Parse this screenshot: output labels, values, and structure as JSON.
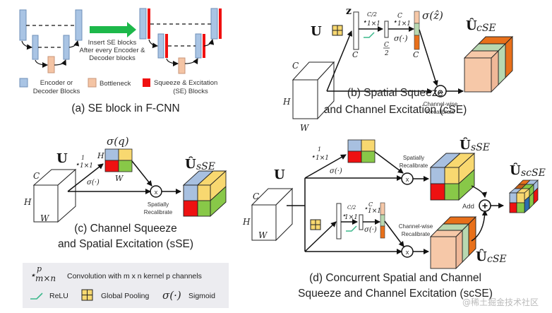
{
  "colors": {
    "encoder_block": "#a9c4e4",
    "bottleneck": "#f4c4a4",
    "se_block": "#f01010",
    "insert_arrow": "#1db84a",
    "blue": "#a8c0e0",
    "yellow": "#f8d870",
    "red": "#ee1111",
    "green": "#88c848",
    "peach": "#f6c8a8",
    "sage": "#b8d8b0",
    "orange": "#e8701a",
    "relu": "#3cb88c",
    "legend_bg": "#ececf0"
  },
  "panel_a": {
    "insert_text_1": "Insert SE blocks",
    "insert_text_2": "After every Encoder &",
    "insert_text_3": "Decoder blocks",
    "legend_encoder_1": "Encoder or",
    "legend_encoder_2": "Decoder Blocks",
    "legend_bottleneck": "Bottleneck",
    "legend_se_1": "Squeeze & Excitation",
    "legend_se_2": "(SE) Blocks",
    "caption": "(a) SE block in F-CNN"
  },
  "panel_b": {
    "input_label": "U",
    "z_label": "z",
    "conv1_sup": "C/2",
    "conv1_sub": "1×1",
    "conv2_sup": "C",
    "conv2_sub": "1×1",
    "sigma_out": "σ(ẑ)",
    "sigma_fn": "σ(·)",
    "dim_c": "C",
    "dim_c2_num": "C",
    "dim_c2_den": "2",
    "dim_h": "H",
    "dim_w": "W",
    "multiply": "x",
    "recal_1": "Channel-wise",
    "recal_2": "Recalibrate",
    "output_label": "Û",
    "output_sub": "cSE",
    "caption_1": "(b) Spatial Squeeze",
    "caption_2": "and Channel Excitation (cSE)"
  },
  "panel_c": {
    "input_label": "U",
    "conv_sup": "1",
    "conv_sub": "1×1",
    "sigma_fn": "σ(·)",
    "sigma_out": "σ(q)",
    "dim_c": "C",
    "dim_h": "H",
    "dim_w": "W",
    "multiply": "x",
    "recal_1": "Spatially",
    "recal_2": "Recalibrate",
    "output_label": "Û",
    "output_sub": "sSE",
    "caption_1": "(c) Channel Squeeze",
    "caption_2": "and Spatial Excitation (sSE)"
  },
  "panel_d": {
    "input_label": "U",
    "dim_c": "C",
    "dim_h": "H",
    "dim_w": "W",
    "conv_s_sup": "1",
    "conv_s_sub": "1×1",
    "sigma_fn": "σ(·)",
    "conv1_sup": "C/2",
    "conv1_sub": "1×1",
    "conv2_sup": "C",
    "conv2_sub": "1×1",
    "multiply": "x",
    "add_symbol": "+",
    "add_label": "Add",
    "recal_s_1": "Spatially",
    "recal_s_2": "Recalibrate",
    "recal_c_1": "Channel-wise",
    "recal_c_2": "Recalibrate",
    "out_sse": "Û",
    "out_sse_sub": "sSE",
    "out_cse": "Û",
    "out_cse_sub": "cSE",
    "out_scse": "Û",
    "out_scse_sub": "scSE",
    "caption_1": "(d) Concurrent Spatial and Channel",
    "caption_2": "Squeeze and Channel Excitation (scSE)"
  },
  "legend": {
    "conv_symbol": "⋆",
    "conv_sup": "p",
    "conv_sub": "m×n",
    "conv_text": "Convolution with m x n kernel p channels",
    "relu_text": "ReLU",
    "pool_text": "Global Pooling",
    "sigmoid_symbol": "σ(·)",
    "sigmoid_text": "Sigmoid"
  },
  "watermark": "@稀土掘金技术社区"
}
